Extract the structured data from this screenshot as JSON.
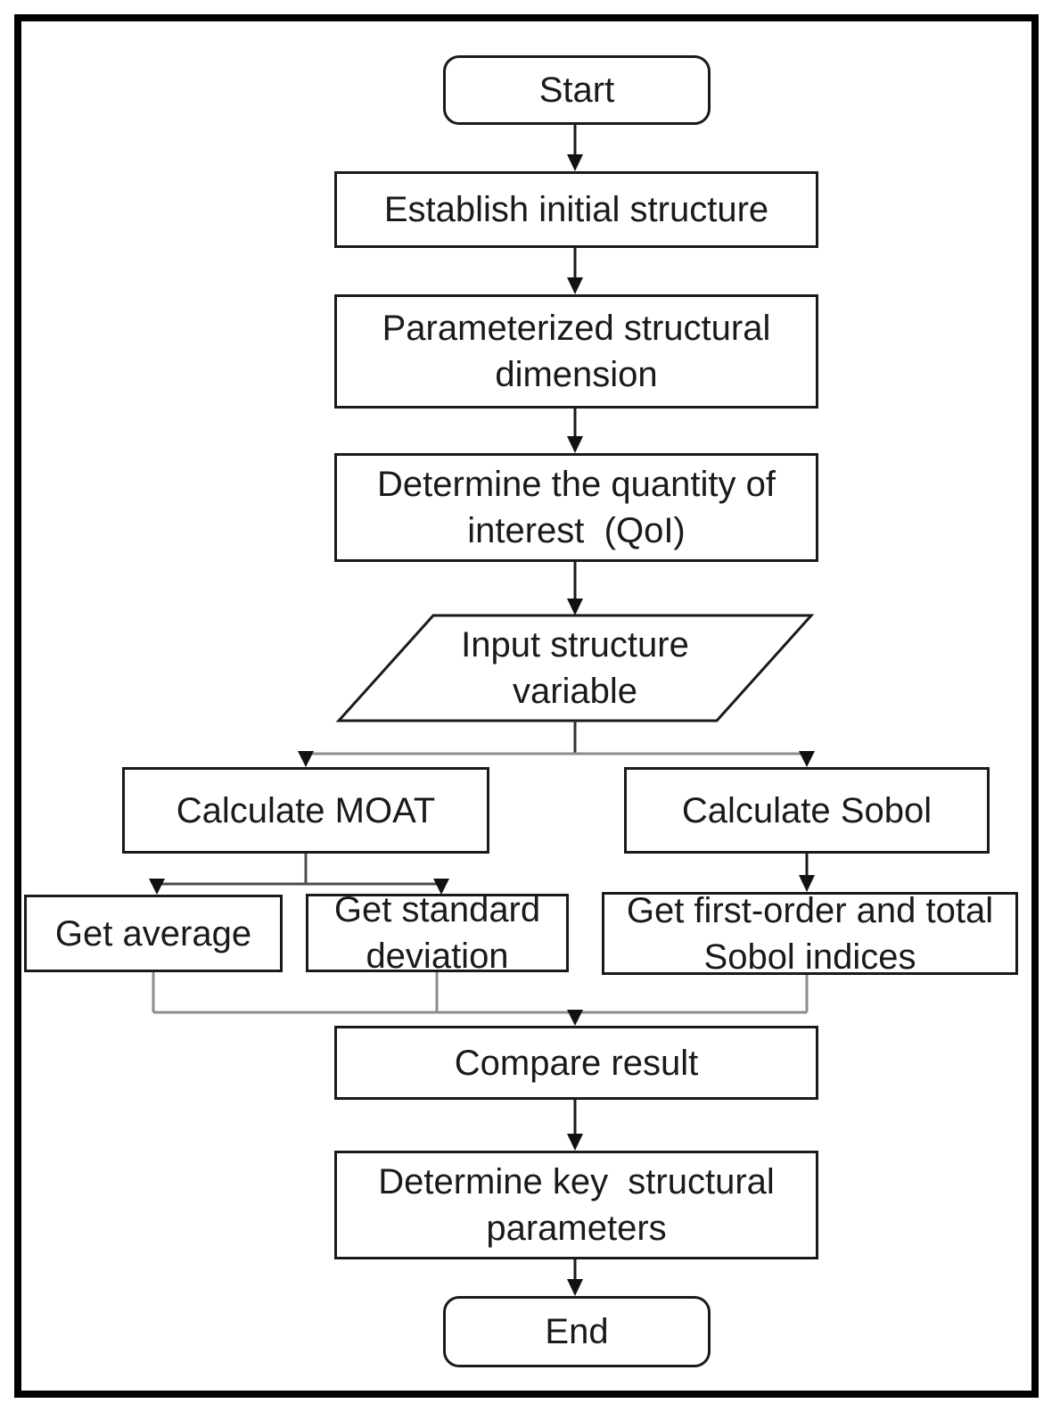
{
  "diagram": {
    "type": "flowchart",
    "background_color": "#ffffff",
    "frame_color": "#000000",
    "box_border_color": "#1a1a1a",
    "connector_black": "#1a1a1a",
    "connector_gray": "#8c8c8c",
    "connector_dark_gray": "#4d4d4d"
  },
  "nodes": {
    "start": {
      "shape": "terminator",
      "label": "Start"
    },
    "establish": {
      "shape": "process",
      "label": "Establish initial structure"
    },
    "parameterize": {
      "shape": "process",
      "label": "Parameterized structural\ndimension"
    },
    "qoi": {
      "shape": "process",
      "label": "Determine the quantity of\ninterest  (QoI)"
    },
    "input": {
      "shape": "input-output",
      "label": "Input structure\nvariable"
    },
    "moat": {
      "shape": "process",
      "label": "Calculate MOAT"
    },
    "sobol": {
      "shape": "process",
      "label": "Calculate Sobol"
    },
    "average": {
      "shape": "process",
      "label": "Get average"
    },
    "stddev": {
      "shape": "process",
      "label": "Get standard\ndeviation"
    },
    "indices": {
      "shape": "process",
      "label": "Get first-order and total\nSobol indices"
    },
    "compare": {
      "shape": "process",
      "label": "Compare result"
    },
    "determine": {
      "shape": "process",
      "label": "Determine key  structural\nparameters"
    },
    "end": {
      "shape": "terminator",
      "label": "End"
    }
  },
  "edges": [
    {
      "from": "start",
      "to": "establish"
    },
    {
      "from": "establish",
      "to": "parameterize"
    },
    {
      "from": "parameterize",
      "to": "qoi"
    },
    {
      "from": "qoi",
      "to": "input"
    },
    {
      "from": "input",
      "to": "moat"
    },
    {
      "from": "input",
      "to": "sobol"
    },
    {
      "from": "moat",
      "to": "average"
    },
    {
      "from": "moat",
      "to": "stddev"
    },
    {
      "from": "sobol",
      "to": "indices"
    },
    {
      "from": "average",
      "to": "compare"
    },
    {
      "from": "stddev",
      "to": "compare"
    },
    {
      "from": "indices",
      "to": "compare"
    },
    {
      "from": "compare",
      "to": "determine"
    },
    {
      "from": "determine",
      "to": "end"
    }
  ]
}
